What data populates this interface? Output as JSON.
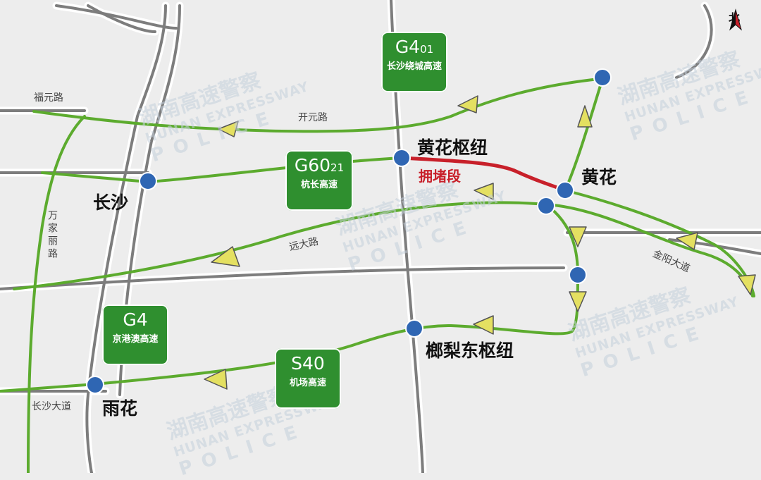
{
  "watermark": {
    "cn": "湖南高速警察",
    "en": "HUNAN EXPRESSWAY",
    "police": "POLICE"
  },
  "compass": {
    "label": "北"
  },
  "shields": [
    {
      "id": "g4-01",
      "code": "G4",
      "code_sub": "01",
      "name": "长沙绕城高速"
    },
    {
      "id": "g60-21",
      "code": "G60",
      "code_sub": "21",
      "name": "杭长高速"
    },
    {
      "id": "g4",
      "code": "G4",
      "code_sub": "",
      "name": "京港澳高速"
    },
    {
      "id": "s40",
      "code": "S40",
      "code_sub": "",
      "name": "机场高速"
    }
  ],
  "places": {
    "huanghua_hub": "黄花枢纽",
    "huanghua": "黄花",
    "changsha": "长沙",
    "yuhua": "雨花",
    "langli_hub": "榔梨东枢纽"
  },
  "roads": {
    "fuyuan": "福元路",
    "kaiyuan": "开元路",
    "wanjiali": "万家丽路",
    "yuanda": "远大路",
    "jinyang": "金阳大道",
    "changsha_avenue": "长沙大道"
  },
  "congestion_label": "拥堵段",
  "colors": {
    "route_green": "#5cab2e",
    "shield_green": "#2f8f2f",
    "congestion_red": "#c8202a",
    "node_blue": "#2f66b3",
    "arrow_yellow": "#e4e061",
    "road_gray": "#7d7d7d"
  }
}
